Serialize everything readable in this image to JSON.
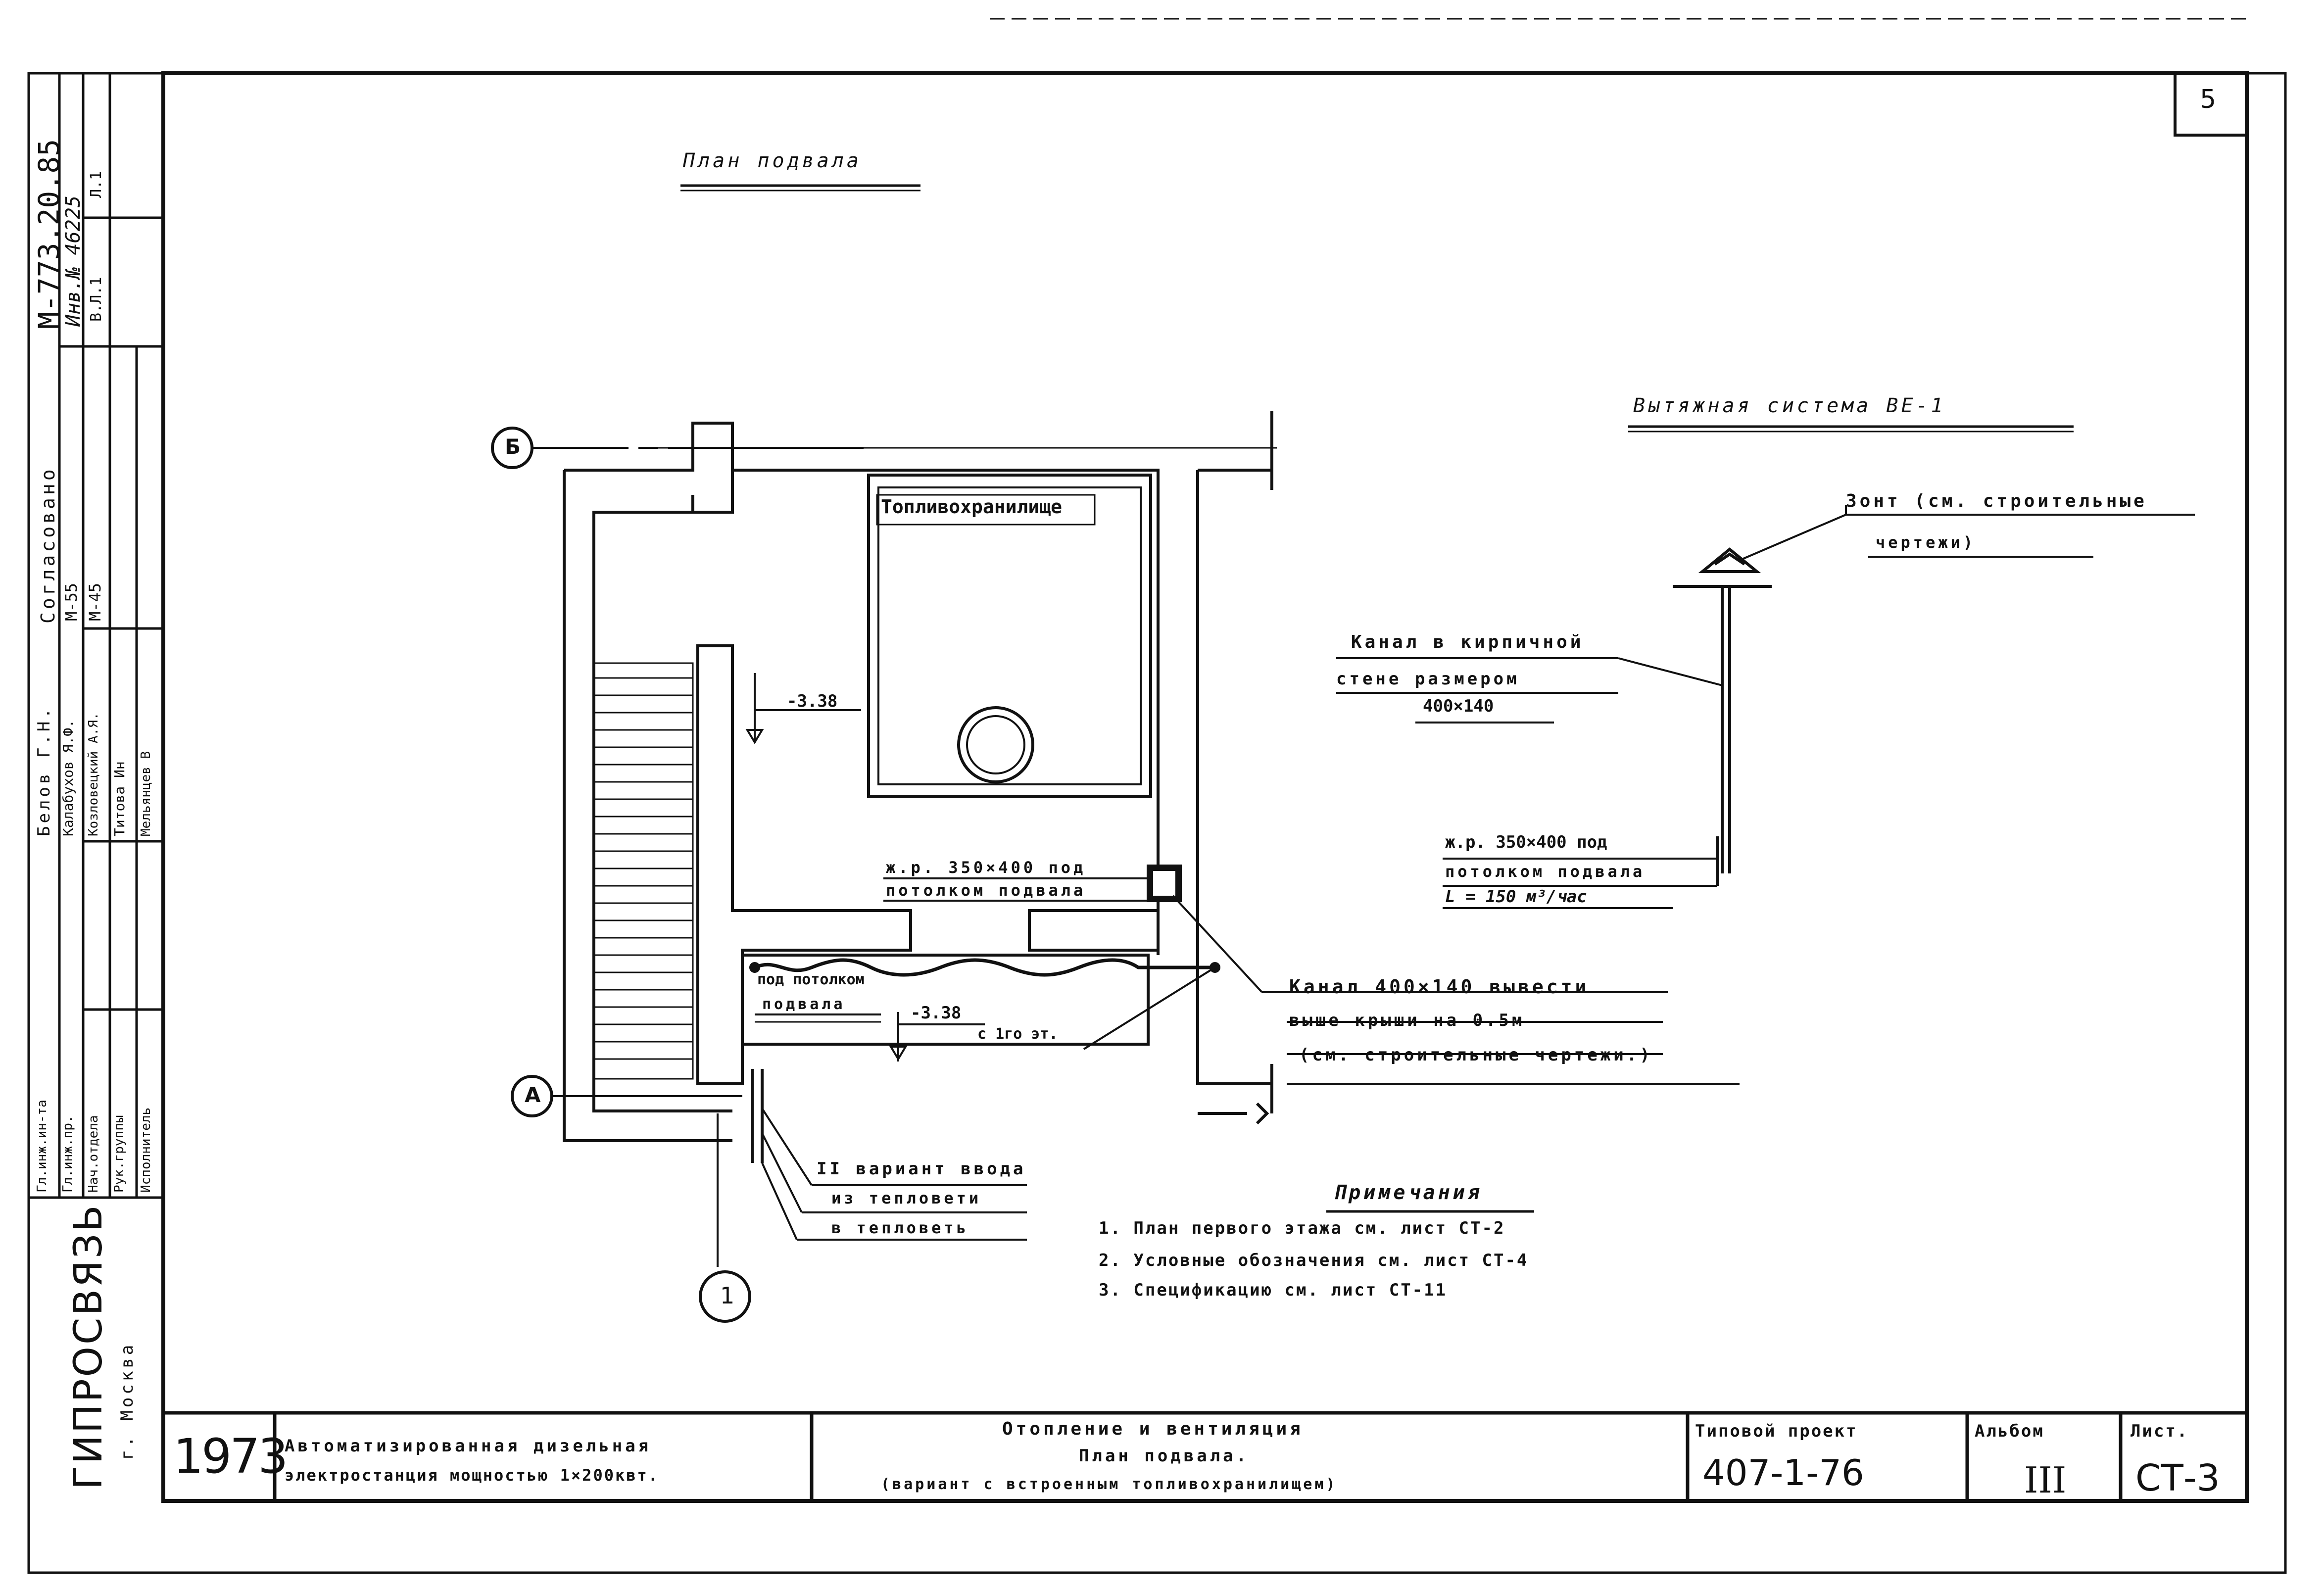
{
  "sheet": {
    "number": "5",
    "plan_title": "План подвала",
    "ve_title": "Вытяжная система ВЕ-1"
  },
  "axes": {
    "b": "Б",
    "a": "А",
    "one": "1"
  },
  "plan": {
    "room": "Топливохранилище",
    "level1": "-3.38",
    "level2": "-3.38",
    "duct_a": "ж.р. 350×400 под",
    "duct_b": "потолком подвала",
    "pipe_a": "под потолком",
    "pipe_b": "подвала",
    "pipe_c": "с 1го эт.",
    "channel_a": "Канал 400×140 вывести",
    "channel_b": "выше крыши на 0.5м",
    "channel_c": "(см. строительные чертежи.)",
    "variant_a": "II вариант ввода",
    "variant_b": "из тепловети",
    "variant_c": "в тепловеть"
  },
  "ve": {
    "umbrella_a": "Зонт (см. строительные",
    "umbrella_b": "чертежи)",
    "brick_a": "Канал в кирпичной",
    "brick_b": "стене размером",
    "brick_c": "400×140",
    "grille_a": "ж.р. 350×400 под",
    "grille_b": "потолком подвала",
    "grille_c": "L = 150 м³/час"
  },
  "notes": {
    "title": "Примечания",
    "items": [
      "1. План первого этажа см. лист СТ-2",
      "2. Условные обозначения см. лист СТ-4",
      "3. Спецификацию см. лист СТ-11"
    ]
  },
  "left_strip": {
    "designation": "М-773.20.85",
    "inv": "Инв.№ 46225",
    "sheet_codes": [
      "В.Л.1",
      "Л.1"
    ],
    "agreed": "Согласовано",
    "roles": [
      "Гл.инж.ин-та",
      "Гл.инж.пр.",
      "Нач.отдела",
      "Рук.группы",
      "Исполнитель"
    ],
    "names": [
      "Белов Г.Н.",
      "Калабухов Я.Ф.",
      "Козловецкий А.Я.",
      "Титова Ин",
      "Мельянцев В"
    ],
    "codes": [
      "М-55",
      "М-45"
    ],
    "org": "ГИПРОСВЯЗЬ",
    "city": "г. Москва"
  },
  "title_block": {
    "year": "1973",
    "object_a": "Автоматизированная дизельная",
    "object_b": "электростанция мощностью 1×200квт.",
    "drawing_a": "Отопление и вентиляция",
    "drawing_b": "План подвала.",
    "drawing_c": "(вариант с встроенным топливохранилищем)",
    "project_label": "Типовой проект",
    "project_value": "407-1-76",
    "album_label": "Альбом",
    "album_value": "III",
    "sheet_label": "Лист.",
    "sheet_value": "СТ-3"
  }
}
